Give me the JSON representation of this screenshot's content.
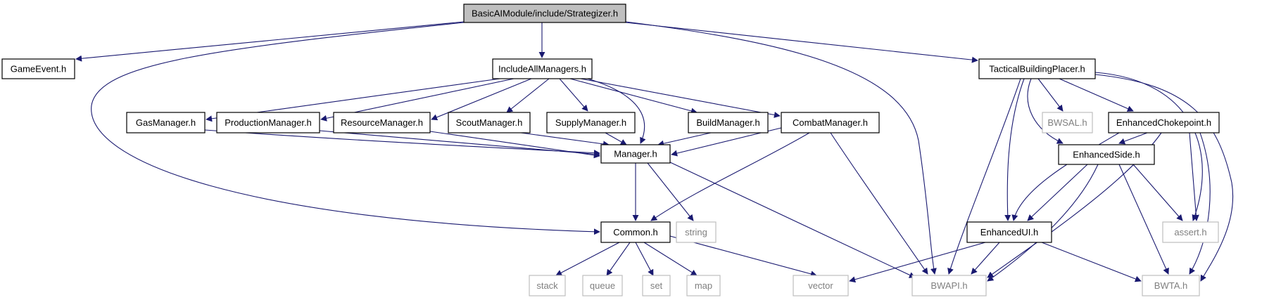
{
  "diagram": {
    "nodes": [
      {
        "id": "strategizer",
        "label": "BasicAIModule/include/Strategizer.h",
        "style": "root"
      },
      {
        "id": "gameevent",
        "label": "GameEvent.h",
        "style": "internal"
      },
      {
        "id": "includeall",
        "label": "IncludeAllManagers.h",
        "style": "internal"
      },
      {
        "id": "tactical",
        "label": "TacticalBuildingPlacer.h",
        "style": "internal"
      },
      {
        "id": "gas",
        "label": "GasManager.h",
        "style": "internal"
      },
      {
        "id": "production",
        "label": "ProductionManager.h",
        "style": "internal"
      },
      {
        "id": "resource",
        "label": "ResourceManager.h",
        "style": "internal"
      },
      {
        "id": "scout",
        "label": "ScoutManager.h",
        "style": "internal"
      },
      {
        "id": "supply",
        "label": "SupplyManager.h",
        "style": "internal"
      },
      {
        "id": "build",
        "label": "BuildManager.h",
        "style": "internal"
      },
      {
        "id": "combat",
        "label": "CombatManager.h",
        "style": "internal"
      },
      {
        "id": "bwsal",
        "label": "BWSAL.h",
        "style": "external"
      },
      {
        "id": "chokepoint",
        "label": "EnhancedChokepoint.h",
        "style": "internal"
      },
      {
        "id": "manager",
        "label": "Manager.h",
        "style": "internal"
      },
      {
        "id": "side",
        "label": "EnhancedSide.h",
        "style": "internal"
      },
      {
        "id": "common",
        "label": "Common.h",
        "style": "internal"
      },
      {
        "id": "string",
        "label": "string",
        "style": "external"
      },
      {
        "id": "ui",
        "label": "EnhancedUI.h",
        "style": "internal"
      },
      {
        "id": "assert",
        "label": "assert.h",
        "style": "external"
      },
      {
        "id": "stack",
        "label": "stack",
        "style": "external"
      },
      {
        "id": "queue",
        "label": "queue",
        "style": "external"
      },
      {
        "id": "set",
        "label": "set",
        "style": "external"
      },
      {
        "id": "map",
        "label": "map",
        "style": "external"
      },
      {
        "id": "vector",
        "label": "vector",
        "style": "external"
      },
      {
        "id": "bwapi",
        "label": "BWAPI.h",
        "style": "external"
      },
      {
        "id": "bwta",
        "label": "BWTA.h",
        "style": "external"
      }
    ],
    "edges": [
      [
        "strategizer",
        "gameevent"
      ],
      [
        "strategizer",
        "includeall"
      ],
      [
        "strategizer",
        "tactical"
      ],
      [
        "strategizer",
        "common"
      ],
      [
        "strategizer",
        "bwapi"
      ],
      [
        "includeall",
        "gas"
      ],
      [
        "includeall",
        "production"
      ],
      [
        "includeall",
        "resource"
      ],
      [
        "includeall",
        "scout"
      ],
      [
        "includeall",
        "supply"
      ],
      [
        "includeall",
        "build"
      ],
      [
        "includeall",
        "combat"
      ],
      [
        "includeall",
        "manager"
      ],
      [
        "gas",
        "manager"
      ],
      [
        "production",
        "manager"
      ],
      [
        "resource",
        "manager"
      ],
      [
        "scout",
        "manager"
      ],
      [
        "supply",
        "manager"
      ],
      [
        "build",
        "manager"
      ],
      [
        "combat",
        "manager"
      ],
      [
        "combat",
        "common"
      ],
      [
        "combat",
        "bwapi"
      ],
      [
        "manager",
        "common"
      ],
      [
        "manager",
        "string"
      ],
      [
        "manager",
        "bwapi"
      ],
      [
        "common",
        "stack"
      ],
      [
        "common",
        "queue"
      ],
      [
        "common",
        "set"
      ],
      [
        "common",
        "map"
      ],
      [
        "common",
        "vector"
      ],
      [
        "tactical",
        "bwsal"
      ],
      [
        "tactical",
        "chokepoint"
      ],
      [
        "tactical",
        "side"
      ],
      [
        "tactical",
        "ui"
      ],
      [
        "tactical",
        "bwapi"
      ],
      [
        "tactical",
        "assert"
      ],
      [
        "tactical",
        "bwta"
      ],
      [
        "chokepoint",
        "side"
      ],
      [
        "chokepoint",
        "ui"
      ],
      [
        "chokepoint",
        "bwapi"
      ],
      [
        "chokepoint",
        "assert"
      ],
      [
        "chokepoint",
        "bwta"
      ],
      [
        "side",
        "ui"
      ],
      [
        "side",
        "bwapi"
      ],
      [
        "side",
        "assert"
      ],
      [
        "side",
        "bwta"
      ],
      [
        "ui",
        "vector"
      ],
      [
        "ui",
        "bwapi"
      ],
      [
        "ui",
        "bwta"
      ]
    ],
    "colors": {
      "edge": "#191970",
      "internal_border": "#000000",
      "external_border": "#bfbfbf",
      "root_fill": "#bfbfbf",
      "external_text": "#7f7f7f",
      "text": "#000000"
    }
  }
}
